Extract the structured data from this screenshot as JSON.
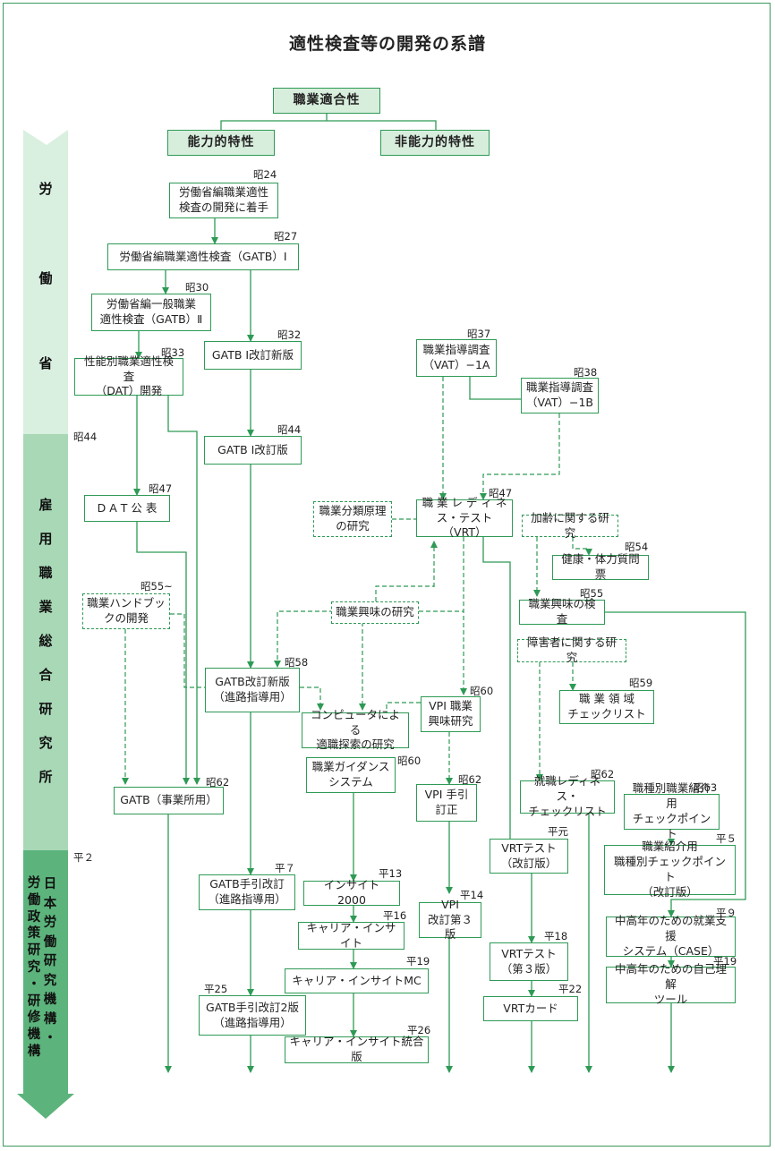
{
  "title": "適性検査等の開発の系譜",
  "colors": {
    "line": "#2e9a55",
    "band_top": "#d9efe0",
    "band_mid": "#a8d8b6",
    "band_bottom": "#5cb47c",
    "head_fill": "#d8eedd"
  },
  "sidebar": {
    "band1": [
      "労",
      "働",
      "省"
    ],
    "band2": [
      "雇",
      "用",
      "職",
      "業",
      "総",
      "合",
      "研",
      "究",
      "所"
    ],
    "band3_col1": [
      "日",
      "本",
      "労",
      "働",
      "研",
      "究",
      "機",
      "構",
      "・"
    ],
    "band3_col2": [
      "労",
      "働",
      "政",
      "策",
      "研",
      "究",
      "・",
      "研",
      "修",
      "機",
      "構"
    ]
  },
  "nodes": {
    "shokugyo_tekigousei": "職業適合性",
    "nouryokuteki": "能力的特性",
    "hinouryokuteki": "非能力的特性",
    "gatb_start": "労働省編職業適性\n検査の開発に着手",
    "gatb1": "労働省編職業適性検査（GATB）Ⅰ",
    "gatb2": "労働省編一般職業\n適性検査（GATB）Ⅱ",
    "dat_dev": "性能別職業適性検査\n（DAT）開発",
    "gatb1_shintei": "GATB Ⅰ改訂新版",
    "gatb1_kaitei": "GATB Ⅰ改訂版",
    "vat1a": "職業指導調査\n（VAT）−1A",
    "vat1b": "職業指導調査\n（VAT）−1B",
    "dat_kohyo": "D A T 公 表",
    "bunrui": "職業分類原理\nの研究",
    "vrt": "職 業 レ デ ィ ネ\nス・テスト（VRT）",
    "karei": "加齢に関する研究",
    "kenko": "健康・体力質問票",
    "handbook": "職業ハンドブッ\nクの開発",
    "kyomi_kenkyu": "職業興味の研究",
    "kyomi_kensa": "職業興味の検査",
    "shogaisha": "障害者に関する研究",
    "gatb_shinro": "GATB改訂新版\n（進路指導用）",
    "computer": "コンピュータによる\n適職探索の研究",
    "vpi": "VPI 職業\n興味研究",
    "ryoiki": "職 業 領 域\nチェックリスト",
    "guidance": "職業ガイダンス\nシステム",
    "vpi_tebiki": "VPI 手引\n訂正",
    "shushoku": "就職レディネス・\nチェックリスト",
    "shokushubetsu": "職種別職業紹介用\nチェックポイント",
    "gatb_jigyosho": "GATB（事業所用）",
    "vrt_kaitei": "VRTテスト\n（改訂版）",
    "shokai_kaitei": "職業紹介用\n職種別チェックポイント\n（改訂版）",
    "gatb_tebiki": "GATB手引改訂\n（進路指導用）",
    "insight2000": "インサイト 2000",
    "vpi3": "VPI\n改訂第３版",
    "career_insight": "キャリア・インサイト",
    "case": "中高年のための就業支援\nシステム（CASE）",
    "vrt3": "VRTテスト\n（第３版）",
    "insight_mc": "キャリア・インサイトMC",
    "jiko_rikai": "中高年のための自己理解\nツール",
    "vrt_card": "VRTカード",
    "gatb_tebiki2": "GATB手引改訂2版\n（進路指導用）",
    "insight_togo": "キャリア・インサイト統合版"
  },
  "eras": {
    "s24": "昭24",
    "s27": "昭27",
    "s30": "昭30",
    "s32": "昭32",
    "s33": "昭33",
    "s37": "昭37",
    "s38": "昭38",
    "s44a": "昭44",
    "s44b": "昭44",
    "s47a": "昭47",
    "s47b": "昭47",
    "s54": "昭54",
    "s55a": "昭55~",
    "s55b": "昭55",
    "s58": "昭58",
    "s59": "昭59",
    "s60a": "昭60",
    "s60b": "昭60",
    "s62a": "昭62",
    "s62b": "昭62",
    "s62c": "昭62",
    "s63": "昭63",
    "h2": "平２",
    "h5": "平５",
    "h7": "平７",
    "h9": "平９",
    "h13": "平13",
    "h14": "平14",
    "h16": "平16",
    "h18": "平18",
    "h19a": "平19",
    "h19b": "平19",
    "h22": "平22",
    "h25": "平25",
    "h26": "平26",
    "hgan": "平元"
  }
}
